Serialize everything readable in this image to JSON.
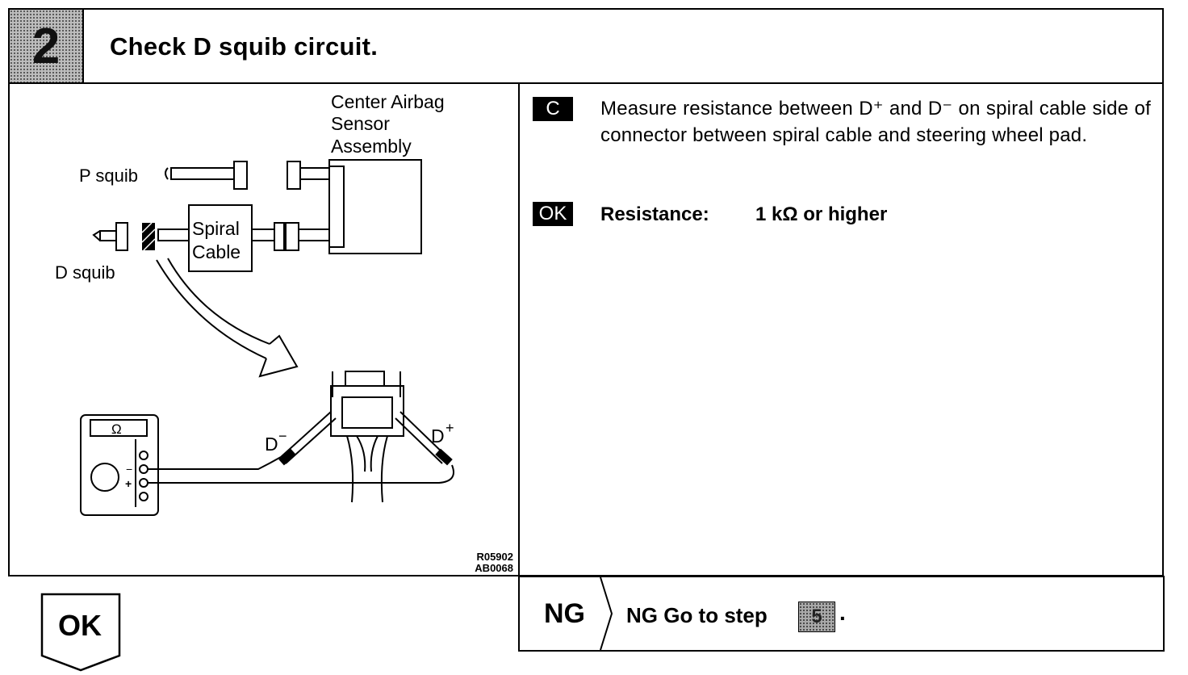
{
  "header": {
    "step_number": "2",
    "title": "Check D squib circuit."
  },
  "diagram": {
    "labels": {
      "center_airbag_line1": "Center Airbag",
      "center_airbag_line2": "Sensor",
      "center_airbag_line3": "Assembly",
      "p_squib": "P squib",
      "d_squib": "D squib",
      "spiral_line1": "Spiral",
      "spiral_line2": "Cable",
      "d_minus": "D",
      "d_minus_sup": "−",
      "d_plus": "D",
      "d_plus_sup": "+",
      "meter_symbol": "Ω",
      "meter_minus": "−",
      "meter_plus": "+",
      "ref_code_1": "R05902",
      "ref_code_2": "AB0068"
    }
  },
  "instructions": {
    "c_tag": "C",
    "measure_text": "Measure resistance between D⁺ and D⁻ on spiral cable side of connector between spiral cable and steering wheel pad.",
    "ok_tag": "OK",
    "resistance_label": "Resistance:",
    "resistance_value": "1 kΩ or higher"
  },
  "ng": {
    "label": "NG",
    "text": "NG Go to step",
    "step_ref": "5",
    "end": "."
  },
  "ok": {
    "label": "OK"
  }
}
